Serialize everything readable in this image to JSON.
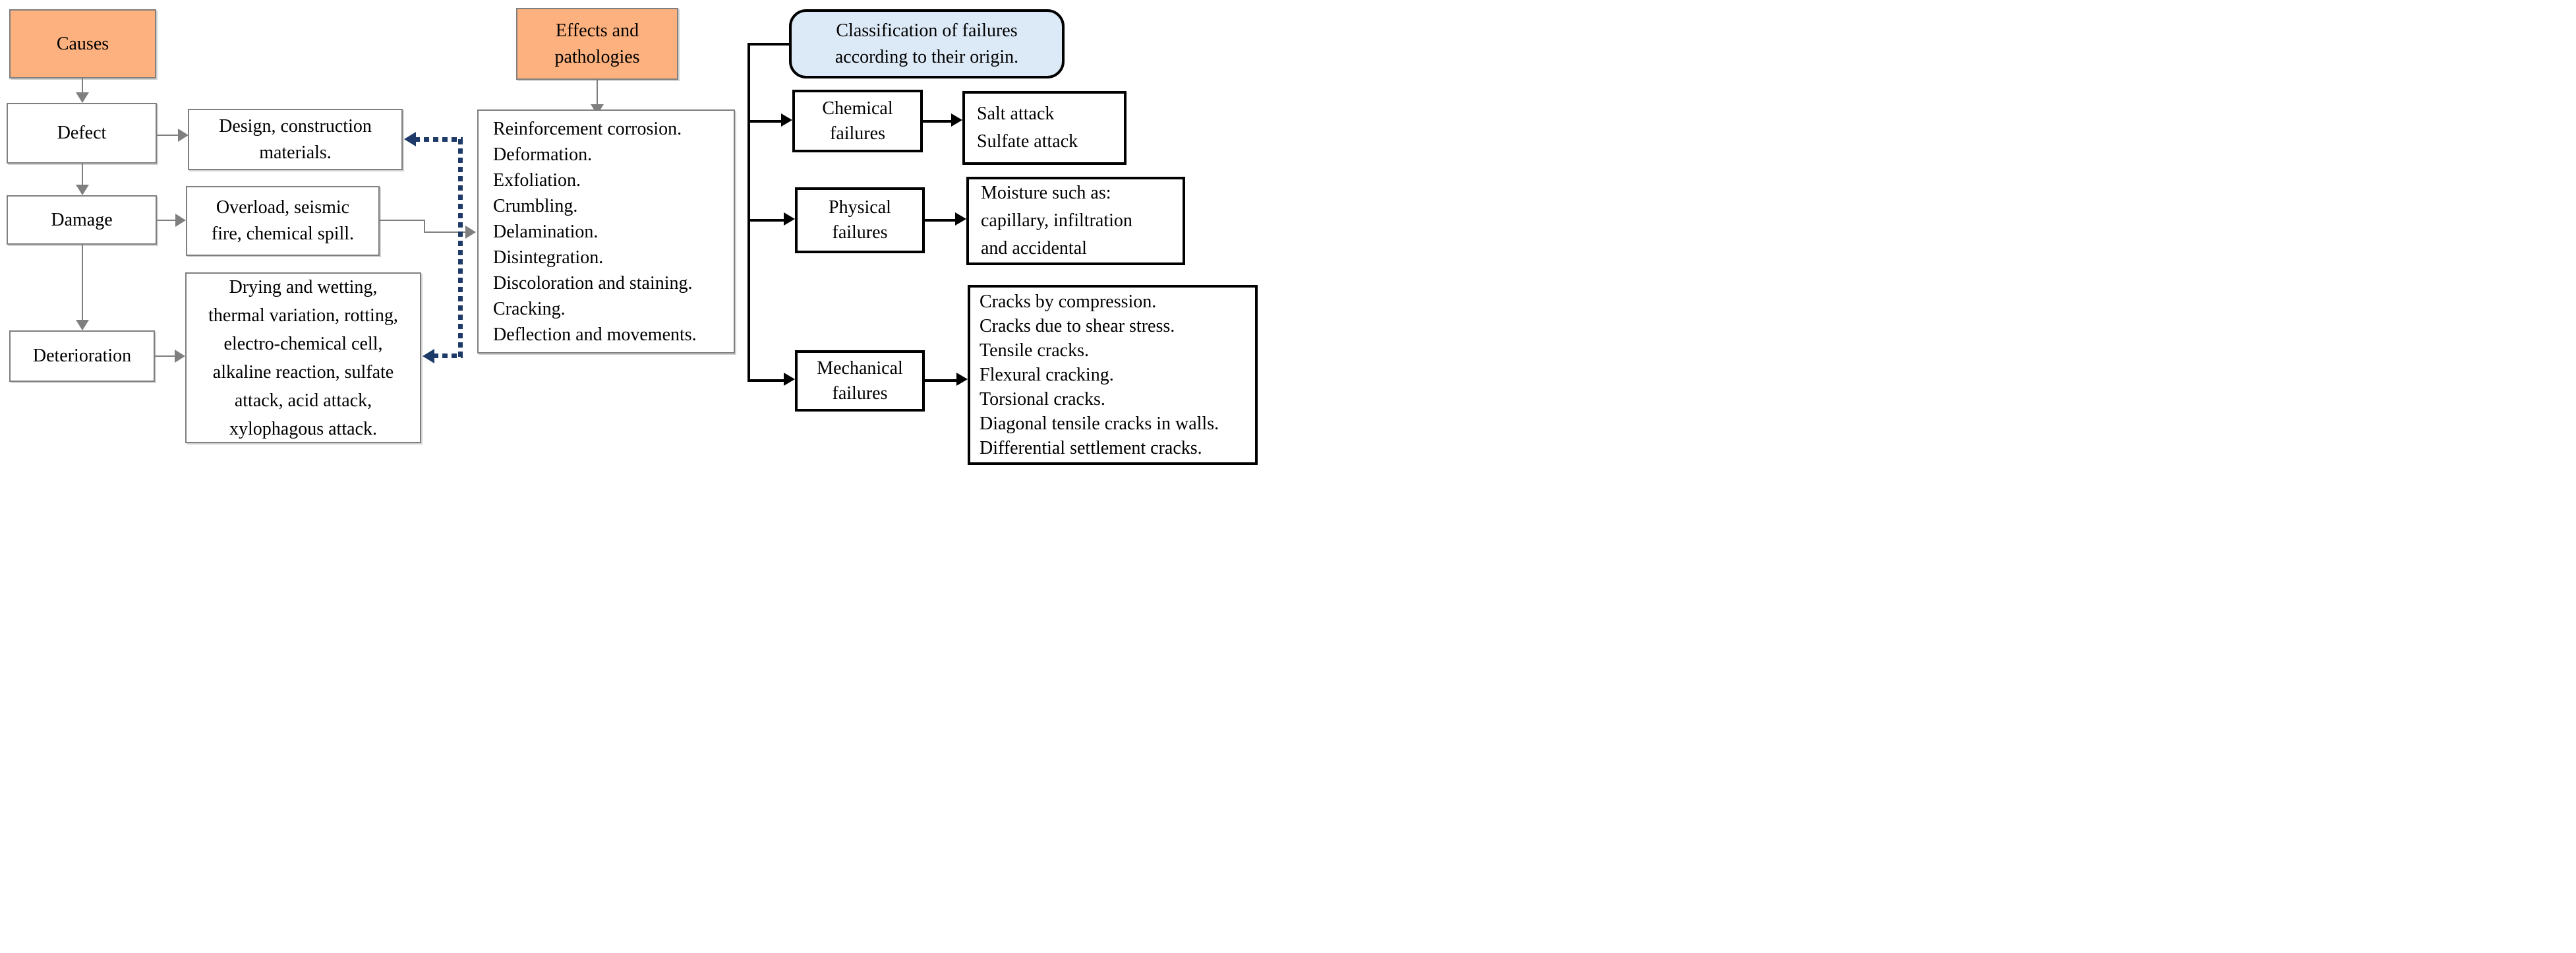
{
  "colors": {
    "accent_orange": "#FCB17E",
    "classification_fill": "#DCE9F6",
    "dotted_arrow_blue": "#1E3A68",
    "line_gray": "#7F7F7F",
    "line_black": "#000000"
  },
  "left_flow": {
    "causes_label": "Causes",
    "defect_label": "Defect",
    "damage_label": "Damage",
    "deterioration_label": "Deterioration",
    "defect_detail": "Design, construction\nmaterials.",
    "damage_detail": "Overload, seismic\nfire, chemical spill.",
    "deterioration_detail": "Drying and wetting,\nthermal variation, rotting,\nelectro-chemical cell,\nalkaline reaction, sulfate\nattack, acid attack,\nxylophagous attack."
  },
  "effects": {
    "title": "Effects and\npathologies",
    "pathology_list": "Reinforcement corrosion.\nDeformation.\nExfoliation.\nCrumbling.\nDelamination.\nDisintegration.\nDiscoloration and staining.\nCracking.\nDeflection and movements."
  },
  "classification": {
    "title": "Classification of failures\naccording to their origin.",
    "chemical_label": "Chemical\nfailures",
    "chemical_detail": "Salt attack\nSulfate attack",
    "physical_label": "Physical\nfailures",
    "physical_detail": "Moisture such as:\ncapillary, infiltration\nand accidental",
    "mechanical_label": "Mechanical\nfailures",
    "mechanical_detail": "Cracks by compression.\nCracks due to shear stress.\nTensile cracks.\nFlexural cracking.\nTorsional cracks.\nDiagonal tensile cracks in walls.\nDifferential settlement cracks."
  }
}
